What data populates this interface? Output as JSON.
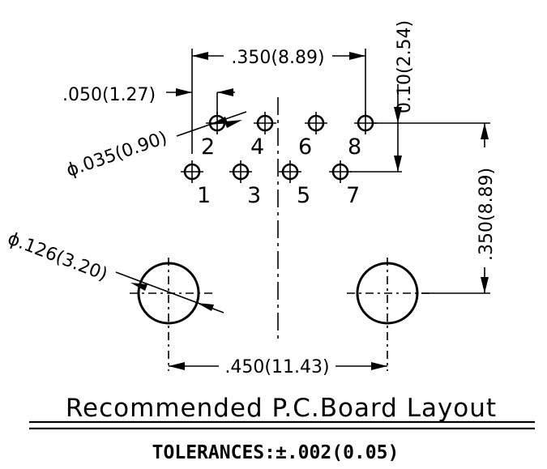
{
  "dimensions": {
    "pitch_width": ".350(8.89)",
    "half_pitch": ".050(1.27)",
    "row_offset": "0.10(2.54)",
    "small_hole_dia": "ϕ.035(0.90)",
    "row_to_mount": ".350(8.89)",
    "mount_hole_dia": "ϕ.126(3.20)",
    "mount_spacing": ".450(11.43)"
  },
  "pins": [
    "1",
    "2",
    "3",
    "4",
    "5",
    "6",
    "7",
    "8"
  ],
  "title": "Recommended P.C.Board Layout",
  "tolerances": "TOLERANCES:±.002(0.05)"
}
